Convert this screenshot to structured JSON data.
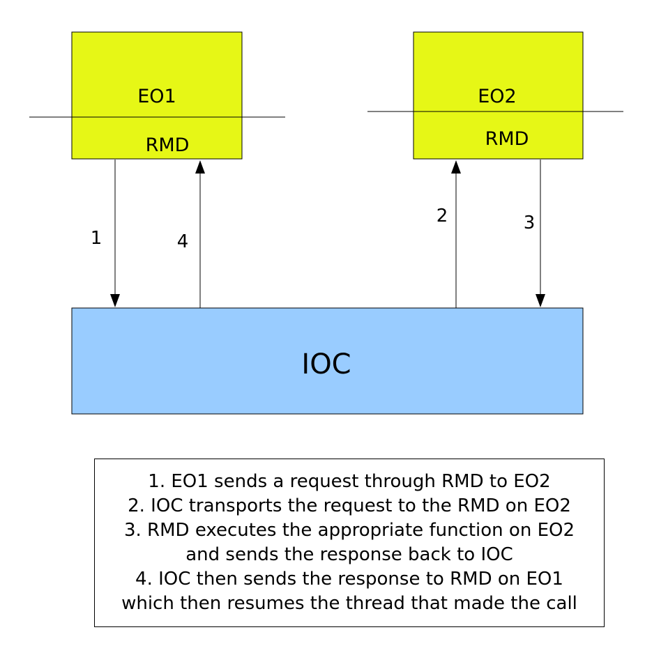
{
  "boxes": {
    "eo1": {
      "name": "EO1",
      "sub": "RMD"
    },
    "eo2": {
      "name": "EO2",
      "sub": "RMD"
    },
    "ioc": {
      "name": "IOC"
    }
  },
  "arrows": {
    "a1": "1",
    "a2": "2",
    "a3": "3",
    "a4": "4"
  },
  "colors": {
    "eo_fill": "#e6f716",
    "ioc_fill": "#99ccff",
    "stroke": "#000000"
  },
  "legend": {
    "lines": [
      "1. EO1 sends a request through RMD to EO2",
      "2. IOC transports the request to the RMD on EO2",
      "3. RMD executes the appropriate function on EO2",
      "and sends the response back to IOC",
      "4. IOC then sends the response to RMD on EO1",
      "which then resumes the thread that made the call"
    ]
  }
}
